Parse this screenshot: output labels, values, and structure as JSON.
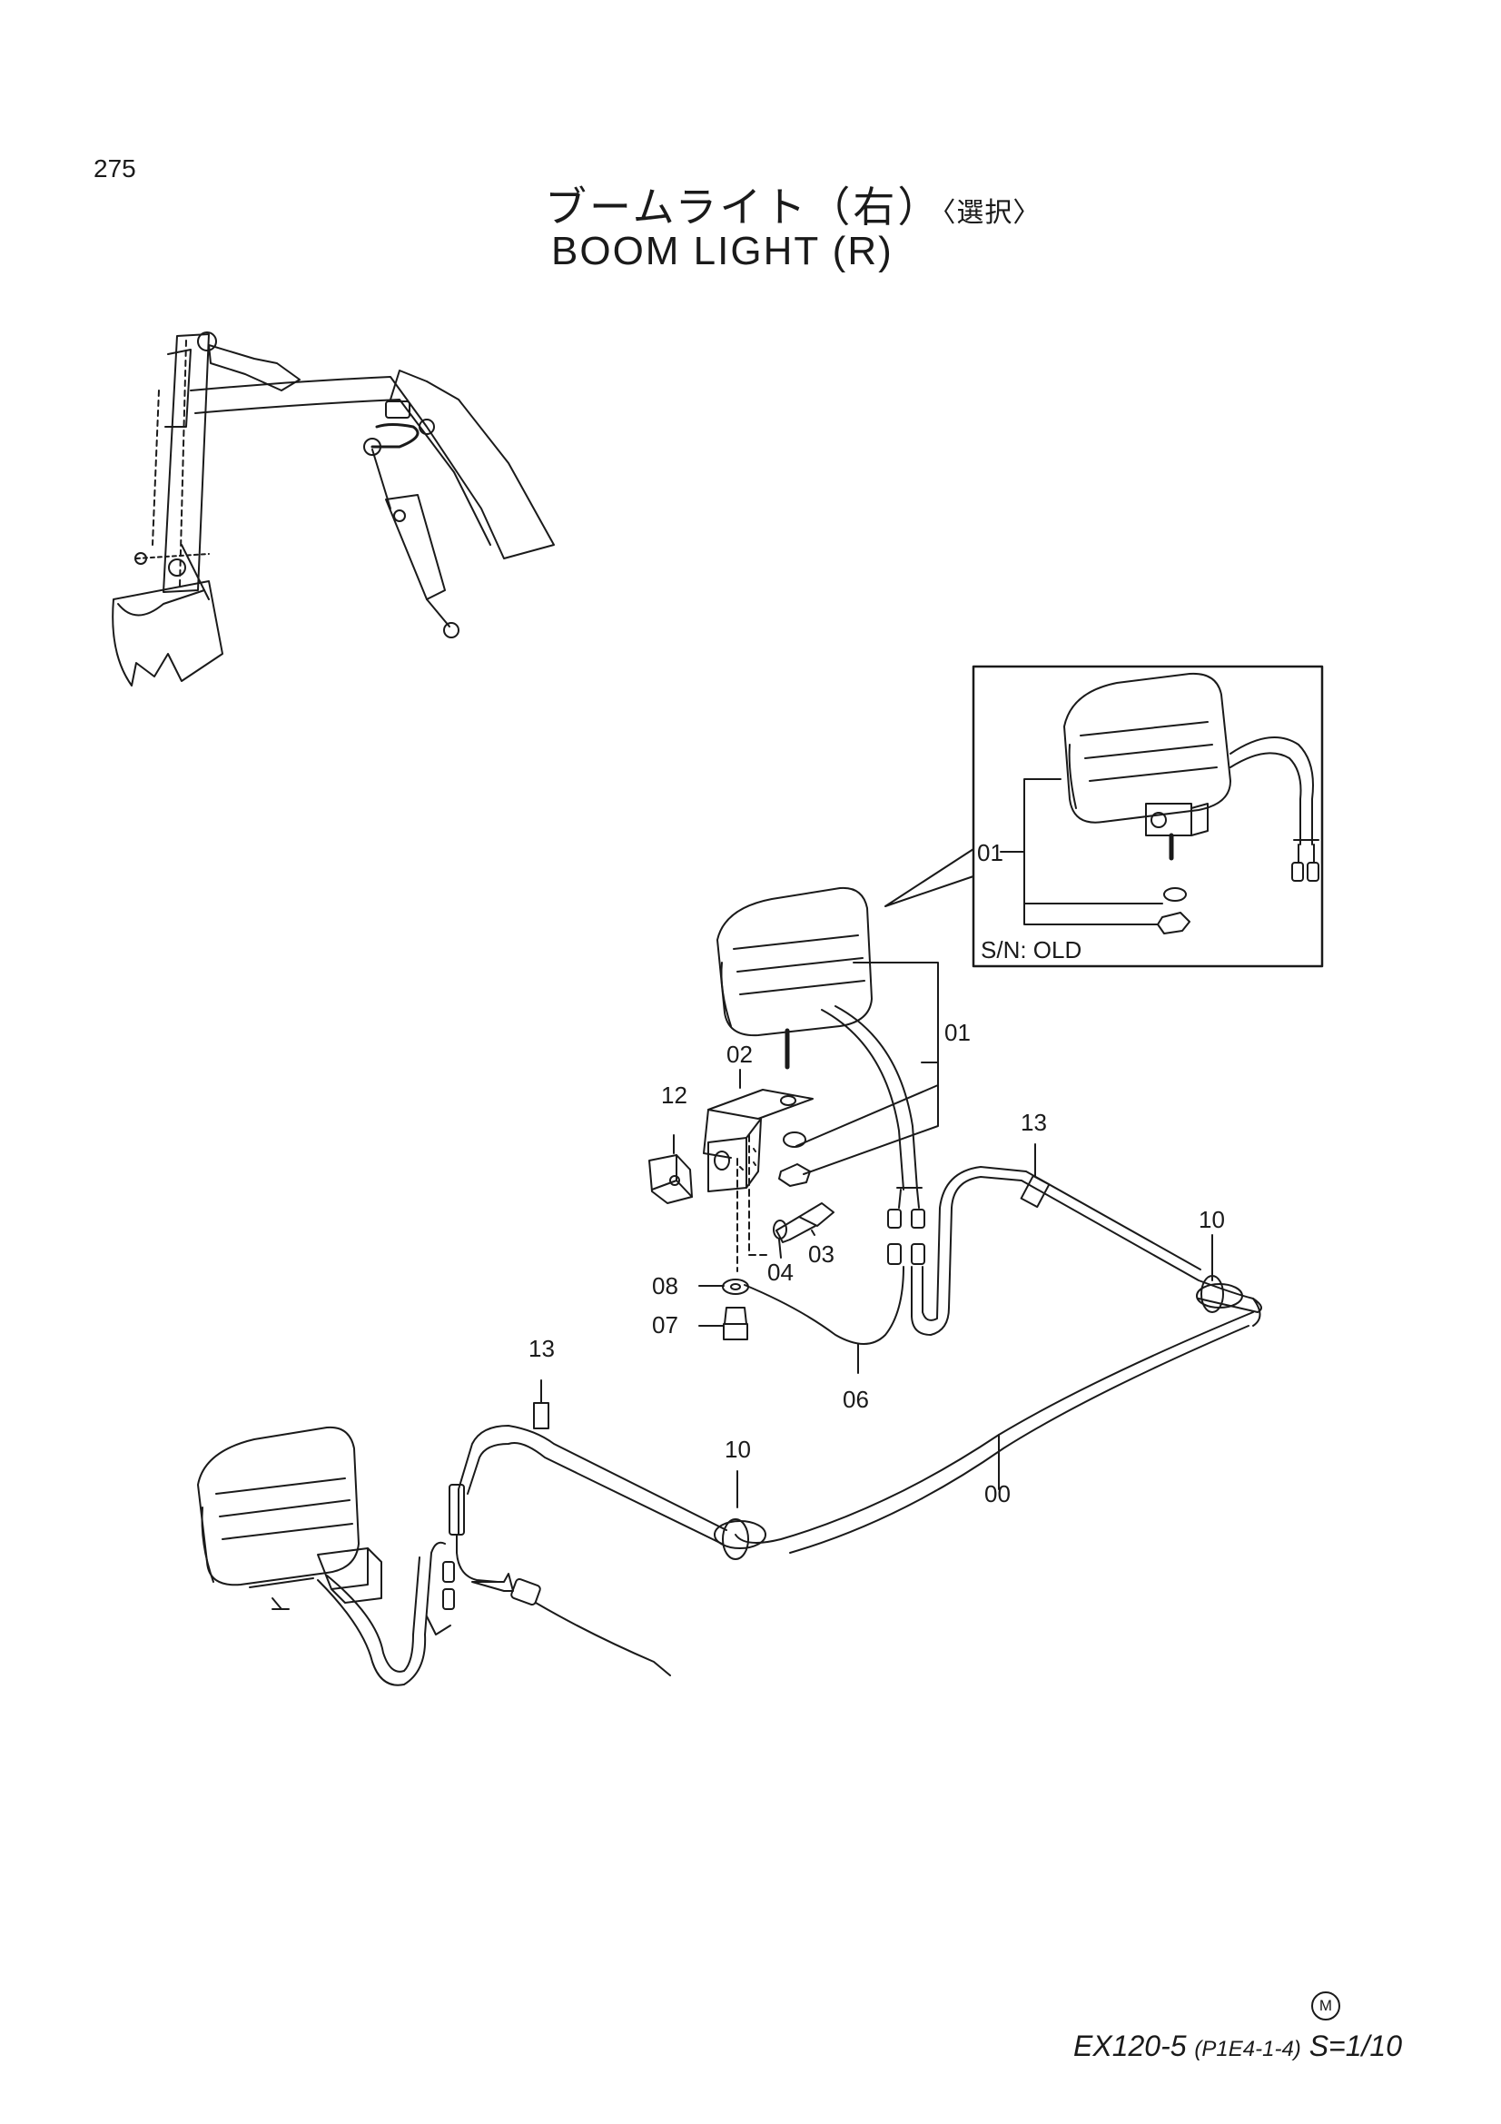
{
  "page_number": "275",
  "title": {
    "japanese": "ブームライト（右）",
    "japanese_sub": "〈選択〉",
    "english": "BOOM LIGHT (R)"
  },
  "inset": {
    "note": "S/N: OLD",
    "label": "01"
  },
  "callouts": {
    "c00": "00",
    "c01": "01",
    "c02": "02",
    "c03": "03",
    "c04": "04",
    "c06": "06",
    "c07": "07",
    "c08": "08",
    "c10a": "10",
    "c10b": "10",
    "c12": "12",
    "c13a": "13",
    "c13b": "13"
  },
  "footer": {
    "mark": "M",
    "model": "EX120-5",
    "code": "(P1E4-1-4)",
    "scale": "S=1/10"
  }
}
